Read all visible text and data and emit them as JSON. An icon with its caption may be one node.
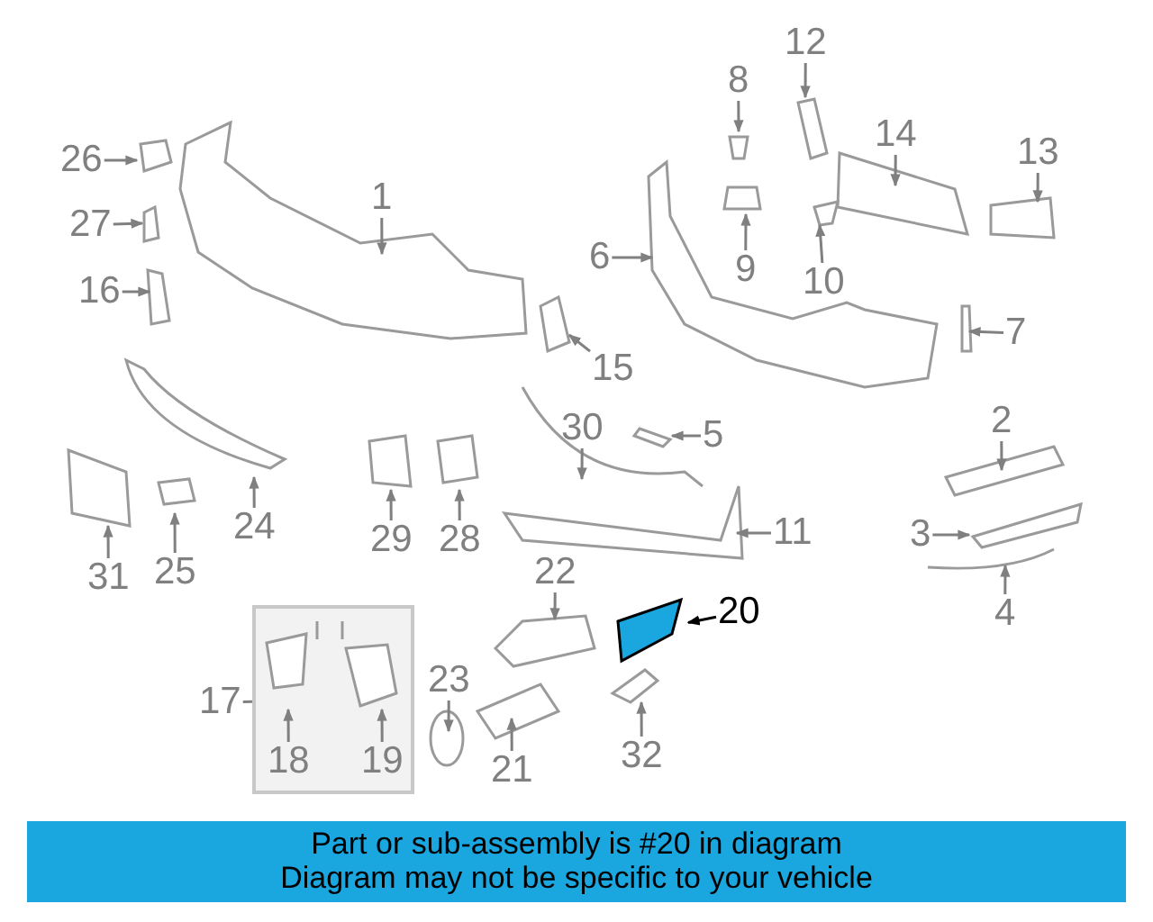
{
  "diagram": {
    "nodes": [
      {
        "text": [
          "26"
        ]
      },
      {
        "text": [
          "12"
        ]
      },
      {
        "text": [
          "8"
        ]
      },
      {
        "text": [
          "14"
        ]
      },
      {
        "text": [
          "13"
        ]
      },
      {
        "text": [
          "1"
        ]
      },
      {
        "text": [
          "27"
        ]
      },
      {
        "text": [
          "6"
        ]
      },
      {
        "text": [
          "9"
        ]
      },
      {
        "text": [
          "10"
        ]
      },
      {
        "text": [
          "16"
        ]
      },
      {
        "text": [
          "7"
        ]
      },
      {
        "text": [
          "15"
        ]
      },
      {
        "text": [
          "30"
        ]
      },
      {
        "text": [
          "5"
        ]
      },
      {
        "text": [
          "2"
        ]
      },
      {
        "text": [
          "24"
        ]
      },
      {
        "text": [
          "29"
        ]
      },
      {
        "text": [
          "28"
        ]
      },
      {
        "text": [
          "11"
        ]
      },
      {
        "text": [
          "3"
        ]
      },
      {
        "text": [
          "31"
        ]
      },
      {
        "text": [
          "25"
        ]
      },
      {
        "text": [
          "22"
        ]
      },
      {
        "text": [
          "20"
        ]
      },
      {
        "text": [
          "4"
        ]
      },
      {
        "text": [
          "17"
        ]
      },
      {
        "text": [],
        "shape": "box"
      },
      {
        "text": [
          "18"
        ],
        "in": 27
      },
      {
        "text": [
          "19"
        ],
        "in": 27
      },
      {
        "text": [
          "23"
        ]
      },
      {
        "text": [
          "21"
        ]
      },
      {
        "text": [
          "32"
        ]
      },
      {
        "text": [
          "Part or sub-assembly is #20 in diagram",
          "Diagram may not be specific to your vehicle"
        ]
      },
      {
        "text": [],
        "shape": "picture"
      }
    ],
    "edges": [
      {
        "from": 0,
        "to": null,
        "arrow": "to"
      },
      {
        "from": 1,
        "to": null,
        "arrow": "to"
      },
      {
        "from": 2,
        "to": null,
        "arrow": "to"
      },
      {
        "from": 3,
        "to": null,
        "arrow": "to"
      },
      {
        "from": 4,
        "to": null,
        "arrow": "to"
      },
      {
        "from": 5,
        "to": null,
        "arrow": "to"
      },
      {
        "from": 6,
        "to": null,
        "arrow": "to"
      },
      {
        "from": 7,
        "to": null,
        "arrow": "to"
      },
      {
        "from": 8,
        "to": null,
        "arrow": "to"
      },
      {
        "from": 9,
        "to": null,
        "arrow": "to"
      },
      {
        "from": 10,
        "to": null,
        "arrow": "to"
      },
      {
        "from": 11,
        "to": null,
        "arrow": "to"
      },
      {
        "from": 12,
        "to": null,
        "arrow": "to"
      },
      {
        "from": 13,
        "to": null,
        "arrow": "to"
      },
      {
        "from": 14,
        "to": null,
        "arrow": "to"
      },
      {
        "from": 15,
        "to": null,
        "arrow": "to"
      },
      {
        "from": 16,
        "to": null,
        "arrow": "to"
      },
      {
        "from": 17,
        "to": null,
        "arrow": "to"
      },
      {
        "from": 18,
        "to": null,
        "arrow": "to"
      },
      {
        "from": 19,
        "to": null,
        "arrow": "to"
      },
      {
        "from": 20,
        "to": null,
        "arrow": "to"
      },
      {
        "from": 21,
        "to": null,
        "arrow": "to"
      },
      {
        "from": 22,
        "to": null,
        "arrow": "to"
      },
      {
        "from": 23,
        "to": null,
        "arrow": "to"
      },
      {
        "from": 24,
        "to": 34,
        "arrow": "to",
        "color": "#000000"
      },
      {
        "from": 25,
        "to": null,
        "arrow": "to"
      },
      {
        "from": 26,
        "to": 27,
        "arrow": "none"
      },
      {
        "from": 28,
        "to": null,
        "arrow": "to"
      },
      {
        "from": 29,
        "to": null,
        "arrow": "to"
      },
      {
        "from": 30,
        "to": null,
        "arrow": "to"
      },
      {
        "from": 31,
        "to": null,
        "arrow": "to"
      },
      {
        "from": 32,
        "to": null,
        "arrow": "to"
      }
    ]
  }
}
